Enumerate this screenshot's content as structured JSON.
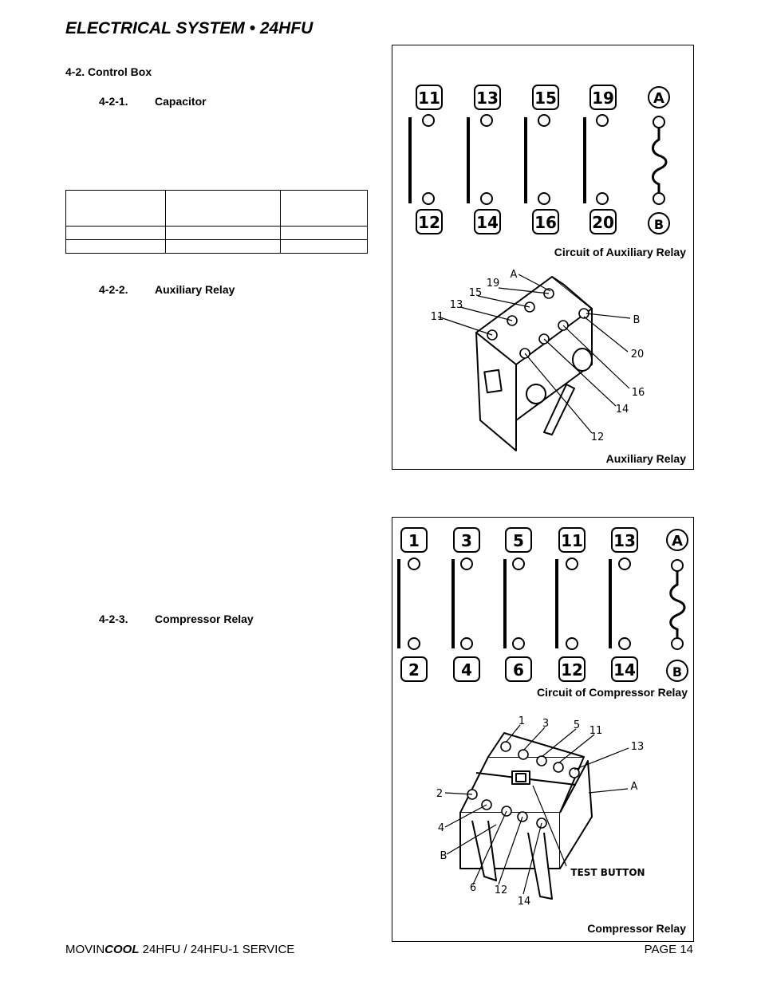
{
  "header": {
    "title": "ELECTRICAL SYSTEM • 24HFU"
  },
  "sections": {
    "control_box": "4-2.  Control Box",
    "capacitor": {
      "num": "4-2-1.",
      "label": "Capacitor"
    },
    "aux_relay": {
      "num": "4-2-2.",
      "label": "Auxiliary Relay"
    },
    "comp_relay": {
      "num": "4-2-3.",
      "label": "Compressor Relay"
    }
  },
  "figures": {
    "aux_circuit": {
      "caption": "Circuit of Auxiliary Relay",
      "top_terminals": [
        "11",
        "13",
        "15",
        "19",
        "A"
      ],
      "bottom_terminals": [
        "12",
        "14",
        "16",
        "20",
        "B"
      ]
    },
    "aux_relay": {
      "caption": "Auxiliary Relay",
      "callouts": [
        "A",
        "19",
        "15",
        "13",
        "11",
        "B",
        "20",
        "16",
        "14",
        "12"
      ]
    },
    "comp_circuit": {
      "caption": "Circuit of Compressor Relay",
      "top_terminals": [
        "1",
        "3",
        "5",
        "11",
        "13",
        "A"
      ],
      "bottom_terminals": [
        "2",
        "4",
        "6",
        "12",
        "14",
        "B"
      ]
    },
    "comp_relay": {
      "caption": "Compressor Relay",
      "callouts": [
        "1",
        "3",
        "5",
        "11",
        "13",
        "A",
        "2",
        "4",
        "B",
        "6",
        "12",
        "14"
      ],
      "test_button": "TEST BUTTON"
    }
  },
  "footer": {
    "brand_light": "MOVIN",
    "brand_bold": "COOL",
    "model": " 24HFU / 24HFU-1 SERVICE",
    "page": "PAGE 14"
  }
}
